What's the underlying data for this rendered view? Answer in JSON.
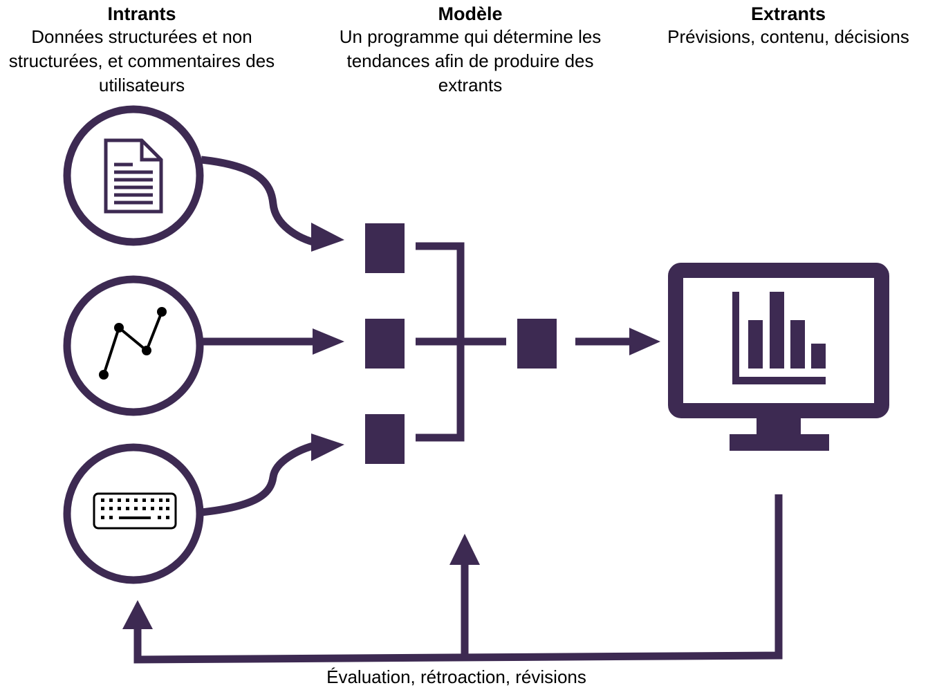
{
  "columns": {
    "inputs": {
      "title": "Intrants",
      "description": "Données structurées et non structurées, et commentaires des utilisateurs"
    },
    "model": {
      "title": "Modèle",
      "description": "Un programme qui détermine les tendances afin de produire des extrants"
    },
    "outputs": {
      "title": "Extrants",
      "description": "Prévisions, contenu, décisions"
    }
  },
  "feedback": {
    "label": "Évaluation, rétroaction, révisions"
  },
  "icons": {
    "input_1": "document-icon",
    "input_2": "line-chart-icon",
    "input_3": "keyboard-icon",
    "output": "monitor-bar-chart-icon"
  },
  "colors": {
    "accent": "#3d2a52",
    "icon_ink": "#000000",
    "background": "#ffffff"
  }
}
